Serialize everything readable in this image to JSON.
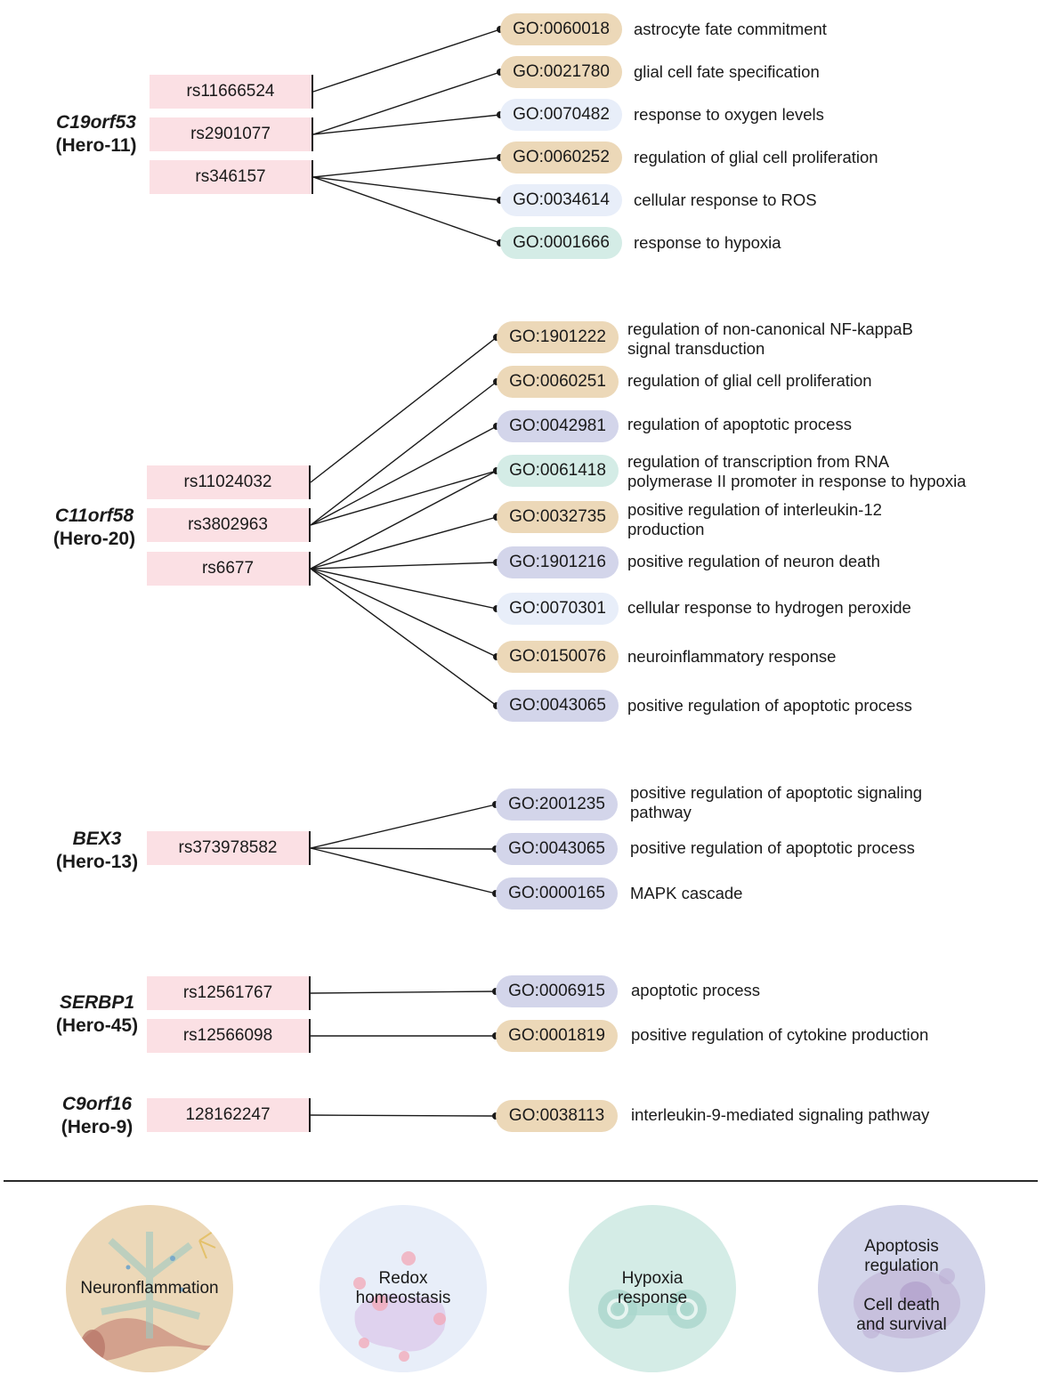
{
  "colors": {
    "snp_fill": "#fbe0e4",
    "glial_inflammation": "#ecd8b8",
    "redox": "#e8eef9",
    "hypoxia": "#d4ece6",
    "apoptosis": "#d3d5ea"
  },
  "genes": [
    {
      "name": "C19orf53",
      "hero": "(Hero-11)",
      "snps": [
        "rs11666524",
        "rs2901077",
        "rs346157"
      ],
      "terms": [
        {
          "id": "GO:0060018",
          "desc": "astrocyte fate commitment",
          "category": "glial_inflammation"
        },
        {
          "id": "GO:0021780",
          "desc": "glial cell fate specification",
          "category": "glial_inflammation"
        },
        {
          "id": "GO:0070482",
          "desc": "response to oxygen levels",
          "category": "redox"
        },
        {
          "id": "GO:0060252",
          "desc": "regulation of glial cell proliferation",
          "category": "glial_inflammation"
        },
        {
          "id": "GO:0034614",
          "desc": "cellular response to ROS",
          "category": "redox"
        },
        {
          "id": "GO:0001666",
          "desc": "response to hypoxia",
          "category": "hypoxia"
        }
      ],
      "links": [
        [
          0,
          0
        ],
        [
          1,
          1
        ],
        [
          1,
          2
        ],
        [
          2,
          3
        ],
        [
          2,
          4
        ],
        [
          2,
          5
        ]
      ]
    },
    {
      "name": "C11orf58",
      "hero": "(Hero-20)",
      "snps": [
        "rs11024032",
        "rs3802963",
        "rs6677"
      ],
      "terms": [
        {
          "id": "GO:1901222",
          "desc": "regulation of non-canonical NF-kappaB\nsignal transduction",
          "category": "glial_inflammation"
        },
        {
          "id": "GO:0060251",
          "desc": "regulation of glial cell proliferation",
          "category": "glial_inflammation"
        },
        {
          "id": "GO:0042981",
          "desc": "regulation of apoptotic process",
          "category": "apoptosis"
        },
        {
          "id": "GO:0061418",
          "desc": "regulation of transcription from RNA\npolymerase II promoter in response to hypoxia",
          "category": "hypoxia"
        },
        {
          "id": "GO:0032735",
          "desc": "positive regulation of interleukin-12\nproduction",
          "category": "glial_inflammation"
        },
        {
          "id": "GO:1901216",
          "desc": "positive regulation of neuron death",
          "category": "apoptosis"
        },
        {
          "id": "GO:0070301",
          "desc": "cellular response to hydrogen peroxide",
          "category": "redox"
        },
        {
          "id": "GO:0150076",
          "desc": "neuroinflammatory response",
          "category": "glial_inflammation"
        },
        {
          "id": "GO:0043065",
          "desc": "positive regulation of apoptotic process",
          "category": "apoptosis"
        }
      ],
      "links": [
        [
          0,
          0
        ],
        [
          1,
          1
        ],
        [
          1,
          2
        ],
        [
          1,
          3
        ],
        [
          2,
          3
        ],
        [
          2,
          4
        ],
        [
          2,
          5
        ],
        [
          2,
          6
        ],
        [
          2,
          7
        ],
        [
          2,
          8
        ]
      ]
    },
    {
      "name": "BEX3",
      "hero": "(Hero-13)",
      "snps": [
        "rs373978582"
      ],
      "terms": [
        {
          "id": "GO:2001235",
          "desc": "positive regulation of apoptotic signaling\npathway",
          "category": "apoptosis"
        },
        {
          "id": "GO:0043065",
          "desc": "positive regulation of apoptotic process",
          "category": "apoptosis"
        },
        {
          "id": "GO:0000165",
          "desc": "MAPK cascade",
          "category": "apoptosis"
        }
      ],
      "links": [
        [
          0,
          0
        ],
        [
          0,
          1
        ],
        [
          0,
          2
        ]
      ]
    },
    {
      "name": "SERBP1",
      "hero": "(Hero-45)",
      "snps": [
        "rs12561767",
        "rs12566098"
      ],
      "terms": [
        {
          "id": "GO:0006915",
          "desc": "apoptotic process",
          "category": "apoptosis"
        },
        {
          "id": "GO:0001819",
          "desc": "positive regulation of cytokine production",
          "category": "glial_inflammation"
        }
      ],
      "links": [
        [
          0,
          0
        ],
        [
          1,
          1
        ]
      ]
    },
    {
      "name": "C9orf16",
      "hero": "(Hero-9)",
      "snps": [
        "128162247"
      ],
      "terms": [
        {
          "id": "GO:0038113",
          "desc": "interleukin-9-mediated signaling pathway",
          "category": "glial_inflammation"
        }
      ],
      "links": [
        [
          0,
          0
        ]
      ]
    }
  ],
  "categories": [
    {
      "key": "glial_inflammation",
      "label": "Neuronflammation"
    },
    {
      "key": "redox",
      "label": "Redox\nhomeostasis"
    },
    {
      "key": "hypoxia",
      "label": "Hypoxia\nresponse"
    },
    {
      "key": "apoptosis",
      "label": "Apoptosis\nregulation",
      "label2": "Cell death\nand survival"
    }
  ]
}
